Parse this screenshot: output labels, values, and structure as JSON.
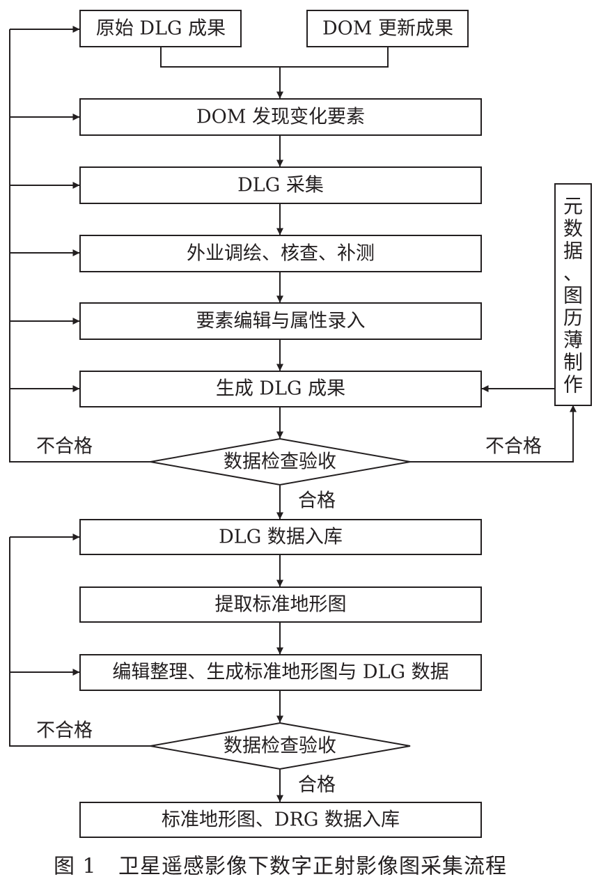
{
  "colors": {
    "stroke": "#231f20",
    "background": "#ffffff"
  },
  "boxes": {
    "original_dlg": "原始 DLG 成果",
    "dom_update": "DOM 更新成果",
    "dom_changes": "DOM 发现变化要素",
    "dlg_collect": "DLG 采集",
    "field_survey": "外业调绘、核查、补测",
    "feature_edit": "要素编辑与属性录入",
    "generate_dlg": "生成 DLG 成果",
    "dlg_store": "DLG 数据入库",
    "extract_map": "提取标准地形图",
    "edit_generate": "编辑整理、生成标准地形图与 DLG 数据",
    "final_store": "标准地形图、DRG 数据入库",
    "metadata_chars": [
      "元",
      "数",
      "据",
      "、",
      "图",
      "历",
      "薄",
      "制",
      "作"
    ]
  },
  "decisions": {
    "check1": "数据检查验收",
    "check2": "数据检查验收"
  },
  "labels": {
    "fail_left_1": "不合格",
    "fail_right_1": "不合格",
    "pass_1": "合格",
    "fail_left_2": "不合格",
    "pass_2": "合格"
  },
  "caption": {
    "figure_no": "图 1",
    "title": "卫星遥感影像下数字正射影像图采集流程"
  }
}
